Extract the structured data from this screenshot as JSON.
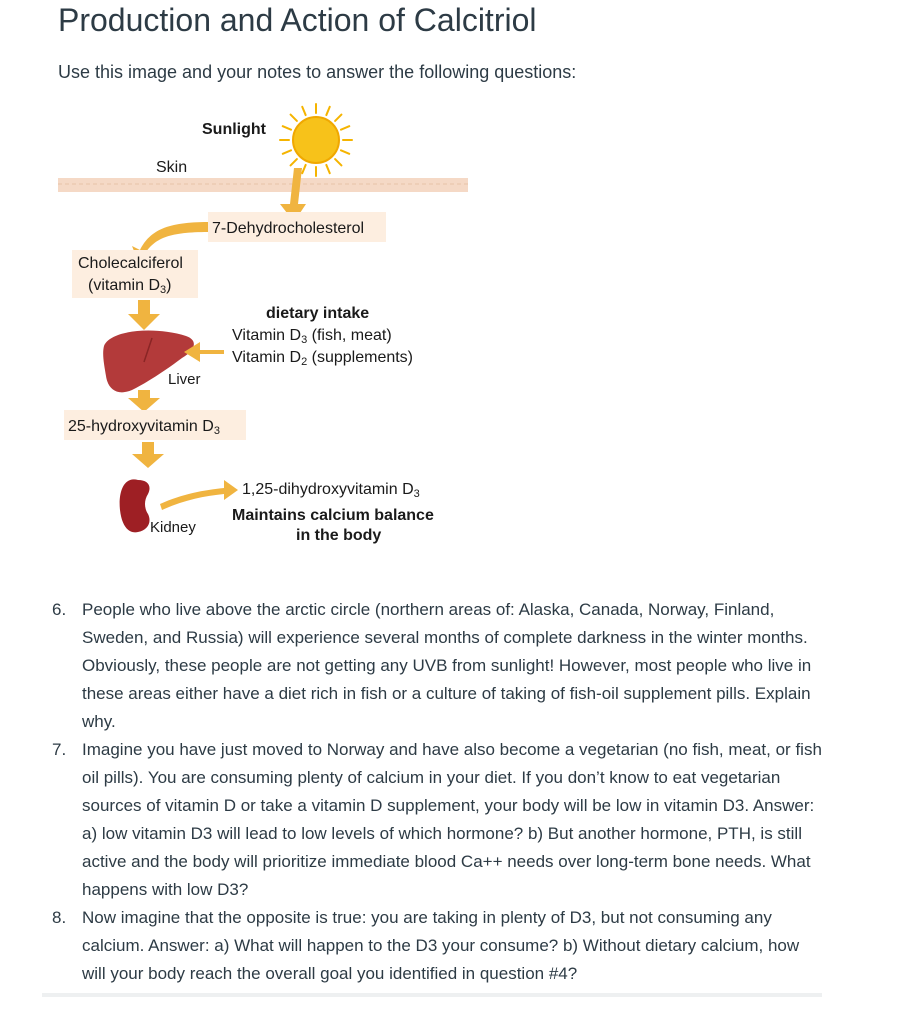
{
  "page": {
    "title": "Production and Action of Calcitriol",
    "intro": "Use this image and your notes to answer the following questions:"
  },
  "diagram": {
    "labels": {
      "sunlight": "Sunlight",
      "skin": "Skin",
      "dehydro": "7-Dehydrocholesterol",
      "chole_line1": "Cholecalciferol",
      "chole_line2": "(vitamin D",
      "chole_sub": "3",
      "chole_close": ")",
      "dietary": "dietary intake",
      "vitd3_pre": "Vitamin D",
      "vitd3_sub": "3",
      "vitd3_post": " (fish, meat)",
      "vitd2_pre": "Vitamin D",
      "vitd2_sub": "2",
      "vitd2_post": " (supplements)",
      "liver": "Liver",
      "hydroxy_pre": "25-hydroxyvitamin D",
      "hydroxy_sub": "3",
      "dihydroxy_pre": "1,25-dihydroxyvitamin D",
      "dihydroxy_sub": "3",
      "maintains_line1": "Maintains calcium balance",
      "maintains_line2": "in the body",
      "kidney": "Kidney"
    },
    "colors": {
      "arrow": "#f0b440",
      "sun": "#f7c21a",
      "sun_ray": "#f5b400",
      "skin": "#f5d9c6",
      "label_box": "#fdeee0",
      "liver": "#b33a3a",
      "kidney": "#9e1f24"
    }
  },
  "questions": [
    {
      "number": "6.",
      "text": "People who live above the arctic circle (northern areas of: Alaska, Canada, Norway, Finland, Sweden, and Russia) will experience several months of complete darkness in the winter months. Obviously, these people are not getting any UVB from sunlight! However, most people who live in these areas either have a diet rich in fish or a culture of taking of fish-oil supplement pills. Explain why."
    },
    {
      "number": "7.",
      "text": "Imagine you have just moved to Norway and have also become a vegetarian (no fish, meat, or fish oil pills). You are consuming plenty of calcium in your diet. If you don’t know to eat vegetarian sources of vitamin D or take a vitamin D supplement, your body will be low in vitamin D3. Answer: a) low vitamin D3 will lead to low levels of which hormone? b) But another hormone, PTH, is still active and the body will prioritize immediate blood Ca++ needs over long-term bone needs. What happens with low D3?"
    },
    {
      "number": "8.",
      "text": "Now imagine that the opposite is true: you are taking in plenty of D3, but not consuming any calcium. Answer: a) What will happen to the D3 your consume? b) Without dietary calcium, how will your body reach the overall goal you identified in question #4?"
    }
  ]
}
